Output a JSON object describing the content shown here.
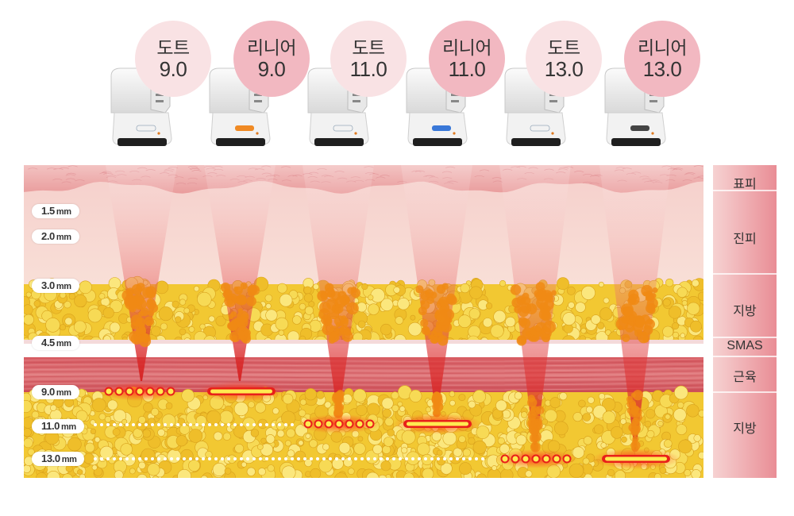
{
  "transducers": [
    {
      "type": "도트",
      "value": "9.0",
      "kind": "dot"
    },
    {
      "type": "리니어",
      "value": "9.0",
      "kind": "linear",
      "badge": "Linear 9.0",
      "badgeColor": "#f08a24"
    },
    {
      "type": "도트",
      "value": "11.0",
      "kind": "dot"
    },
    {
      "type": "리니어",
      "value": "11.0",
      "kind": "linear",
      "badge": "Linear 11.0",
      "badgeColor": "#3a78d8"
    },
    {
      "type": "도트",
      "value": "13.0",
      "kind": "dot"
    },
    {
      "type": "리니어",
      "value": "13.0",
      "kind": "linear",
      "badge": "Linear 13.0",
      "badgeColor": "#444444"
    }
  ],
  "depths": [
    {
      "value": "1.5",
      "unit": "mm"
    },
    {
      "value": "2.0",
      "unit": "mm"
    },
    {
      "value": "3.0",
      "unit": "mm"
    },
    {
      "value": "4.5",
      "unit": "mm"
    },
    {
      "value": "9.0",
      "unit": "mm"
    },
    {
      "value": "11.0",
      "unit": "mm"
    },
    {
      "value": "13.0",
      "unit": "mm"
    }
  ],
  "layers": [
    "표피",
    "진피",
    "지방",
    "SMAS",
    "근육",
    "지방"
  ],
  "colors": {
    "epidermis": "#f0b6b6",
    "dermis": "#f7d6d2",
    "fat": "#f2c832",
    "smas": "#ffffff",
    "muscle": "#d9565e",
    "beam": "#d93a3a",
    "focal": "#e8201a",
    "dotBubble": "#f9e2e4",
    "linearBubble": "#f2b8c1"
  }
}
